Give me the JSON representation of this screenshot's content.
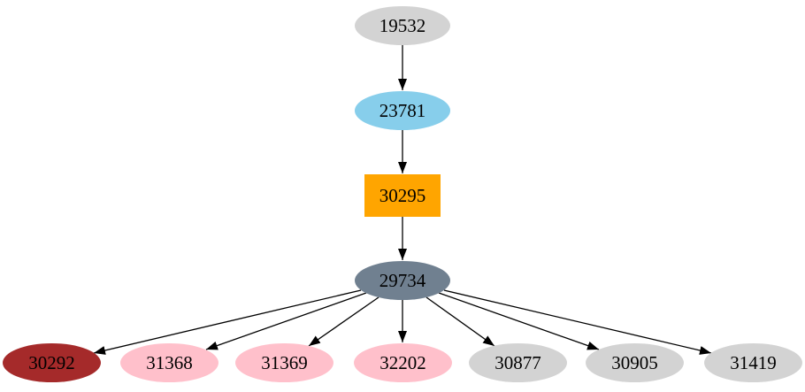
{
  "diagram": {
    "type": "directed-graph",
    "background": "#ffffff",
    "edge_color": "#000000",
    "text_color": "#000000",
    "nodes": [
      {
        "id": "19532",
        "label": "19532",
        "shape": "ellipse",
        "fill": "#d3d3d3"
      },
      {
        "id": "23781",
        "label": "23781",
        "shape": "ellipse",
        "fill": "#87ceeb"
      },
      {
        "id": "30295",
        "label": "30295",
        "shape": "box",
        "fill": "#ffa500"
      },
      {
        "id": "29734",
        "label": "29734",
        "shape": "ellipse",
        "fill": "#708090"
      },
      {
        "id": "30292",
        "label": "30292",
        "shape": "ellipse",
        "fill": "#a52a2a"
      },
      {
        "id": "31368",
        "label": "31368",
        "shape": "ellipse",
        "fill": "#ffc0cb"
      },
      {
        "id": "31369",
        "label": "31369",
        "shape": "ellipse",
        "fill": "#ffc0cb"
      },
      {
        "id": "32202",
        "label": "32202",
        "shape": "ellipse",
        "fill": "#ffc0cb"
      },
      {
        "id": "30877",
        "label": "30877",
        "shape": "ellipse",
        "fill": "#d3d3d3"
      },
      {
        "id": "30905",
        "label": "30905",
        "shape": "ellipse",
        "fill": "#d3d3d3"
      },
      {
        "id": "31419",
        "label": "31419",
        "shape": "ellipse",
        "fill": "#d3d3d3"
      }
    ],
    "edges": [
      {
        "from": "19532",
        "to": "23781"
      },
      {
        "from": "23781",
        "to": "30295"
      },
      {
        "from": "30295",
        "to": "29734"
      },
      {
        "from": "29734",
        "to": "30292"
      },
      {
        "from": "29734",
        "to": "31368"
      },
      {
        "from": "29734",
        "to": "31369"
      },
      {
        "from": "29734",
        "to": "32202"
      },
      {
        "from": "29734",
        "to": "30877"
      },
      {
        "from": "29734",
        "to": "30905"
      },
      {
        "from": "29734",
        "to": "31419"
      }
    ]
  }
}
